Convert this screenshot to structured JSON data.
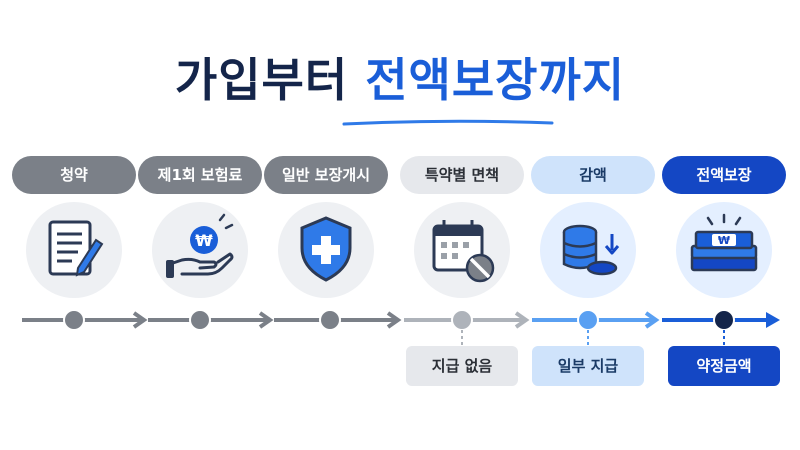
{
  "title": {
    "part1": "가입부터",
    "part2": "전액보장까지"
  },
  "stages": [
    {
      "label": "청약",
      "icon": "contract-document-icon"
    },
    {
      "label": "제1회 보험료",
      "icon": "hand-coin-icon"
    },
    {
      "label": "일반 보장개시",
      "icon": "shield-plus-icon"
    },
    {
      "label": "특약별 면책",
      "icon": "calendar-block-icon"
    },
    {
      "label": "감액",
      "icon": "coin-stack-decrease-icon"
    },
    {
      "label": "전액보장",
      "icon": "money-bundle-icon"
    }
  ],
  "outcomes": [
    {
      "stage": 3,
      "label": "지급 없음"
    },
    {
      "stage": 4,
      "label": "일부 지급"
    },
    {
      "stage": 5,
      "label": "약정금액"
    }
  ],
  "icons": {
    "currency": "₩"
  },
  "colors": {
    "gray": "#7b8088",
    "light_gray": "#e6e8ec",
    "light_blue": "#cfe3fb",
    "blue": "#3f8ef0",
    "navy": "#1447c4",
    "title_dark": "#14254a",
    "title_blue": "#1a5ed8"
  }
}
